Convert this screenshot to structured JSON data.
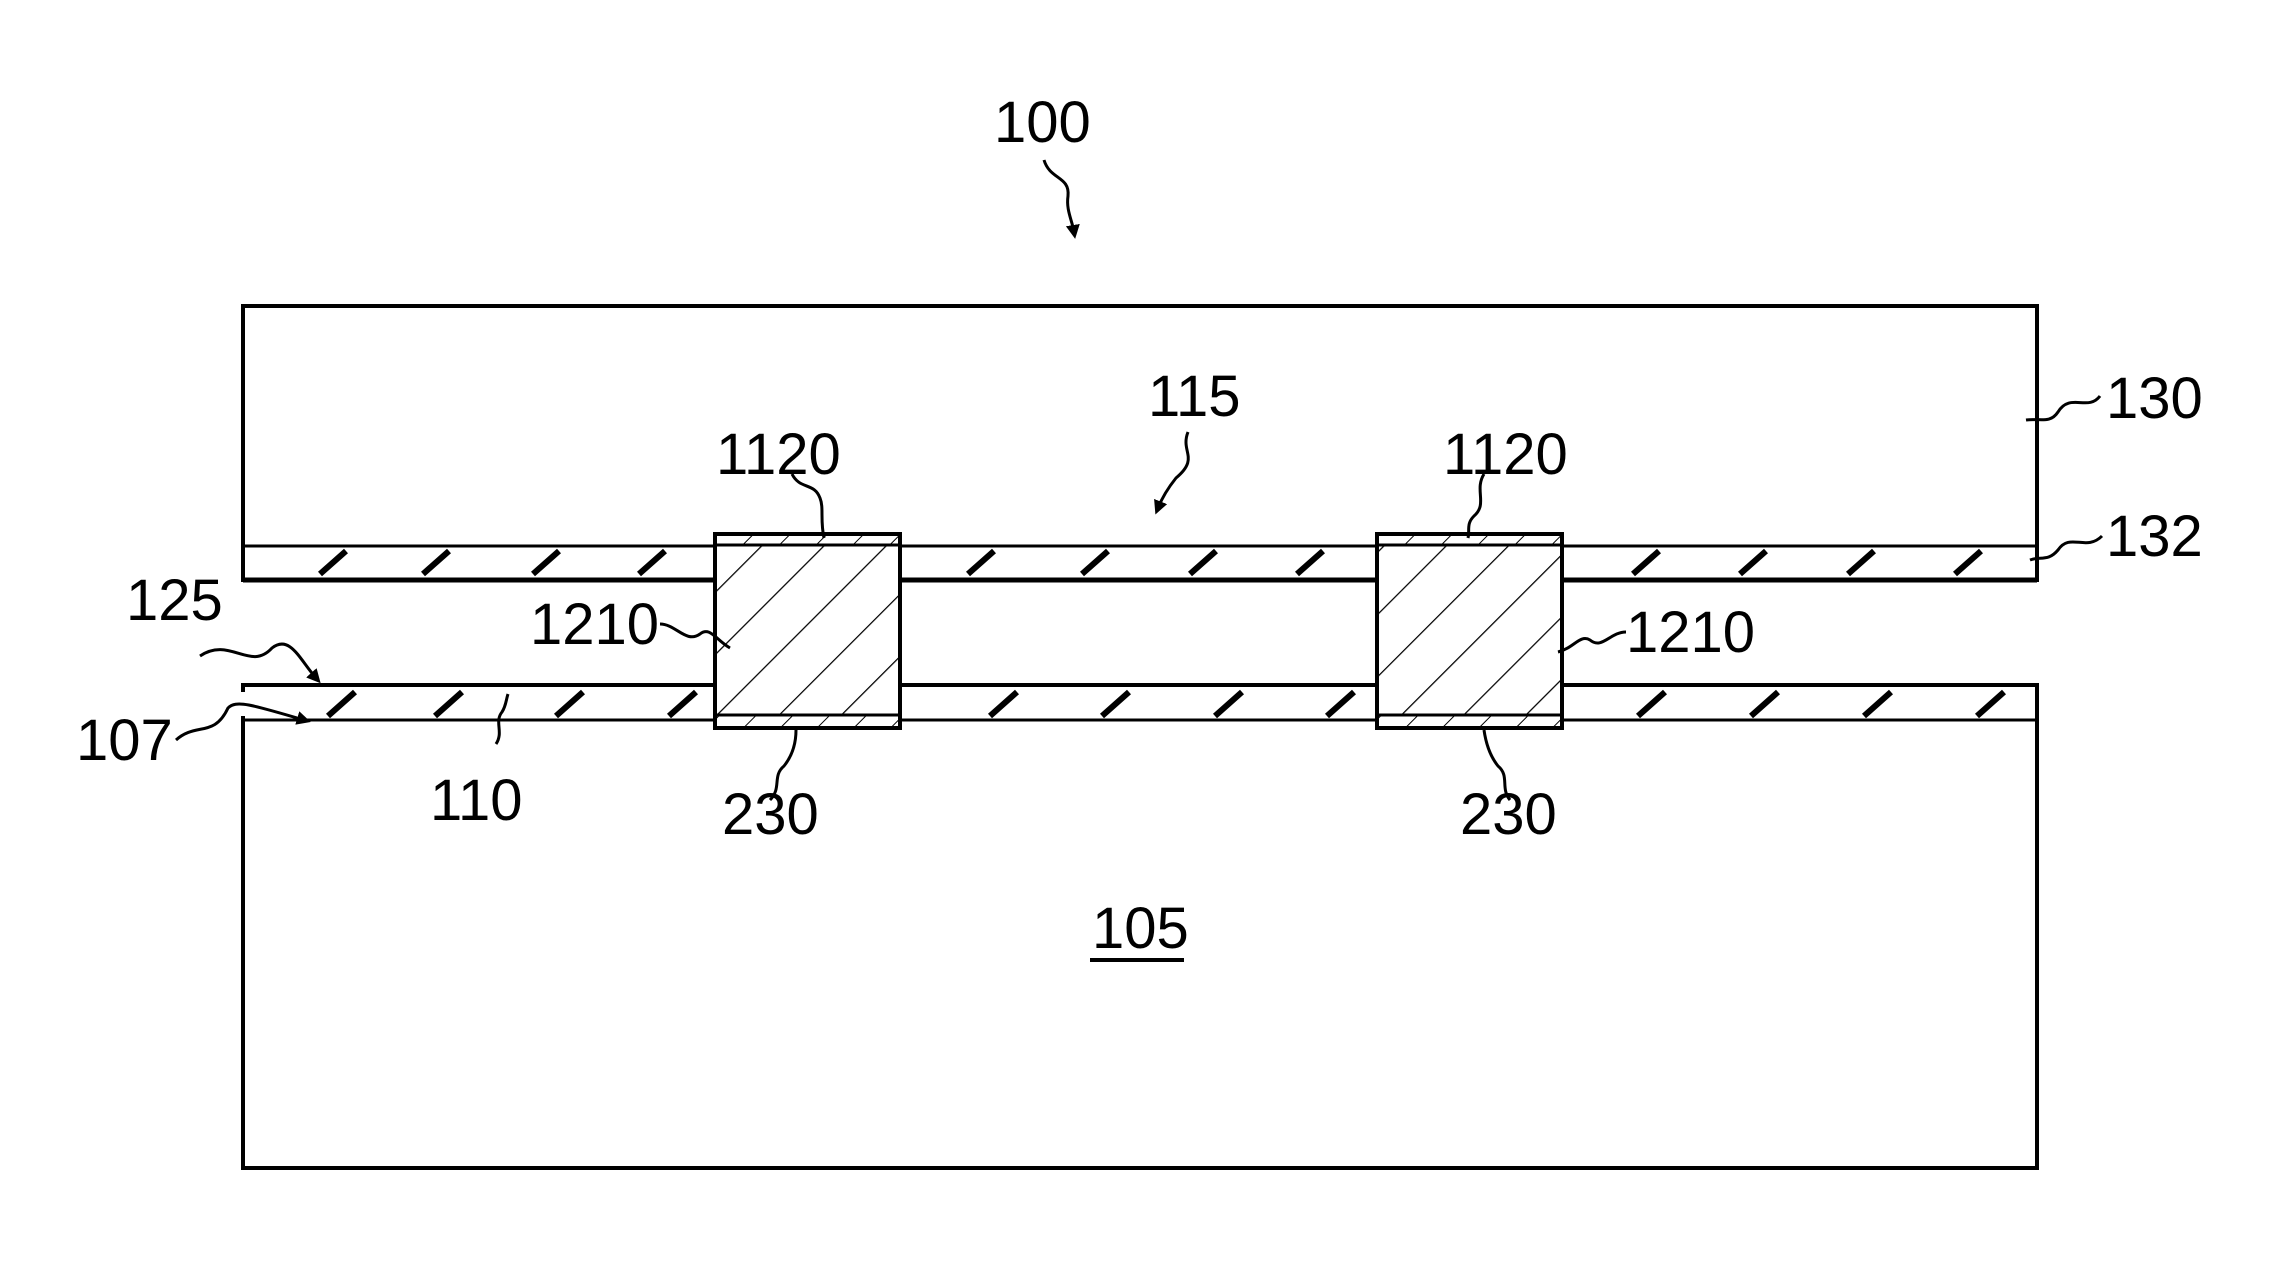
{
  "figure": {
    "labels": {
      "device": "100",
      "gap": "115",
      "top_substrate": "130",
      "top_layer": "132",
      "surface_arrow": "125",
      "surface": "107",
      "bottom_layer": "110",
      "substrate": "105",
      "top_cap_left": "1120",
      "top_cap_right": "1120",
      "pillar_left": "1210",
      "pillar_right": "1210",
      "bottom_pad_left": "230",
      "bottom_pad_right": "230"
    },
    "colors": {
      "line": "#000000",
      "background": "#ffffff"
    }
  }
}
